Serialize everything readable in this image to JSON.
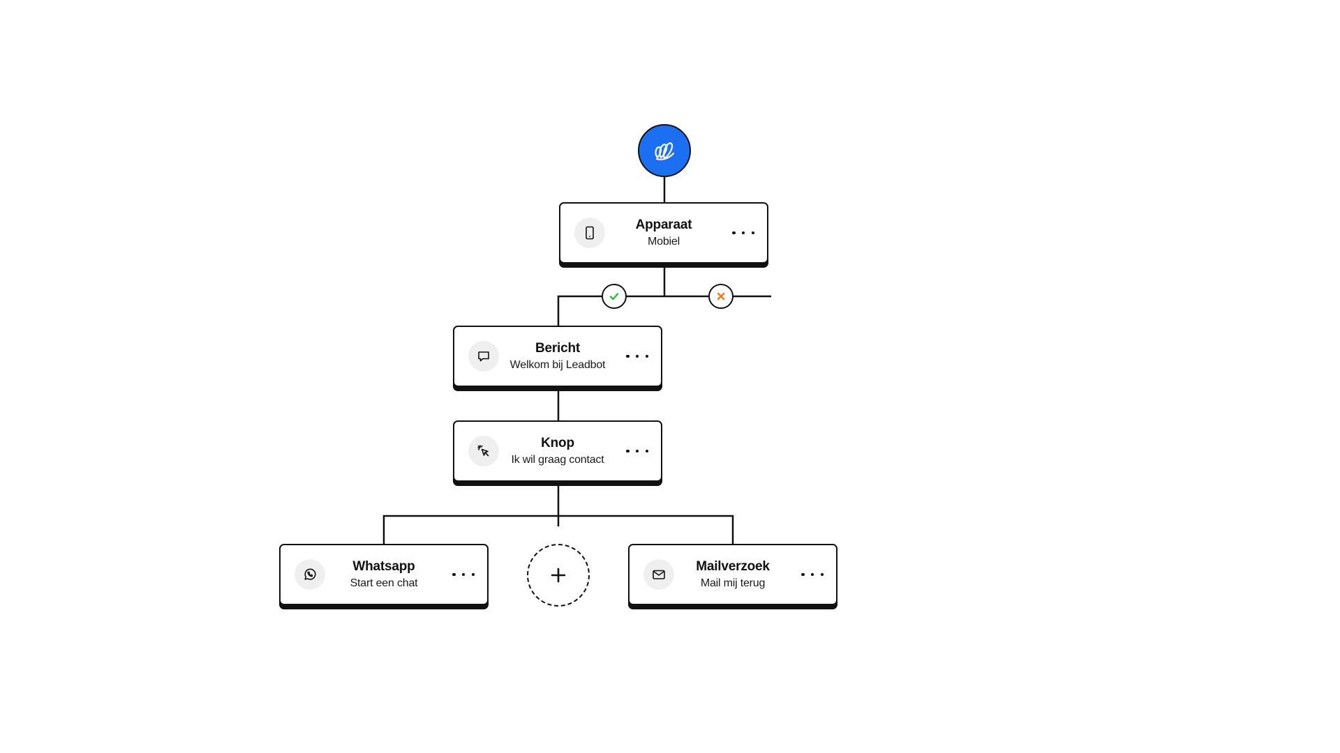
{
  "colors": {
    "accent": "#1b6ff0",
    "stroke": "#111111",
    "success": "#2fb83c",
    "failure": "#f07a1b",
    "icon_bg": "#efefef"
  },
  "start": {
    "icon": "leadbot-logo-icon"
  },
  "condition": {
    "true_icon": "check-icon",
    "false_icon": "x-icon"
  },
  "nodes": {
    "apparaat": {
      "title": "Apparaat",
      "subtitle": "Mobiel",
      "icon": "smartphone-icon"
    },
    "bericht": {
      "title": "Bericht",
      "subtitle": "Welkom bij Leadbot",
      "icon": "message-icon"
    },
    "knop": {
      "title": "Knop",
      "subtitle": "Ik wil graag contact",
      "icon": "cursor-click-icon"
    },
    "whatsapp": {
      "title": "Whatsapp",
      "subtitle": "Start een chat",
      "icon": "whatsapp-icon"
    },
    "mailverzoek": {
      "title": "Mailverzoek",
      "subtitle": "Mail mij terug",
      "icon": "mail-icon"
    }
  },
  "add": {
    "icon": "plus-icon"
  }
}
